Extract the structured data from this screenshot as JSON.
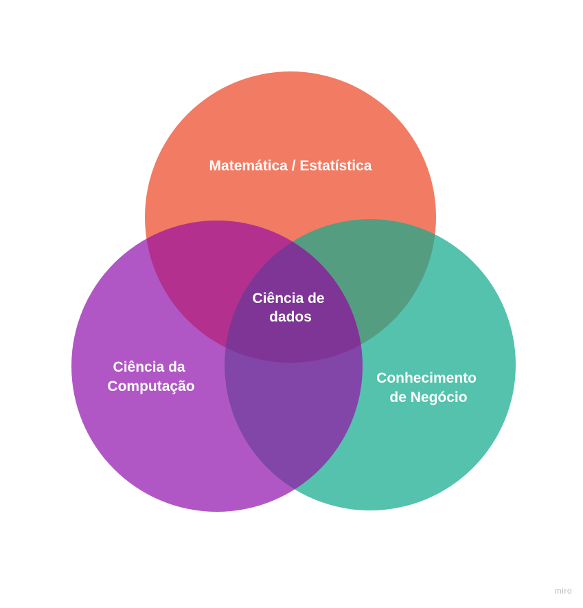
{
  "diagram": {
    "type": "venn-3",
    "sets": [
      {
        "id": "math",
        "label": "Matemática / Estatística",
        "color": "#f27b63",
        "overlap_color": "#b3308e"
      },
      {
        "id": "cs",
        "label_lines": [
          "Ciência da",
          "Computação"
        ],
        "color": "#b157c5",
        "overlap_color": "#8245a8"
      },
      {
        "id": "business",
        "label_lines": [
          "Conhecimento",
          "de Negócio"
        ],
        "color": "#54c2ad",
        "overlap_color": "#559d80"
      }
    ],
    "center": {
      "label_lines": [
        "Ciência de",
        "dados"
      ],
      "color": "#7f3596"
    }
  },
  "watermark": "miro"
}
